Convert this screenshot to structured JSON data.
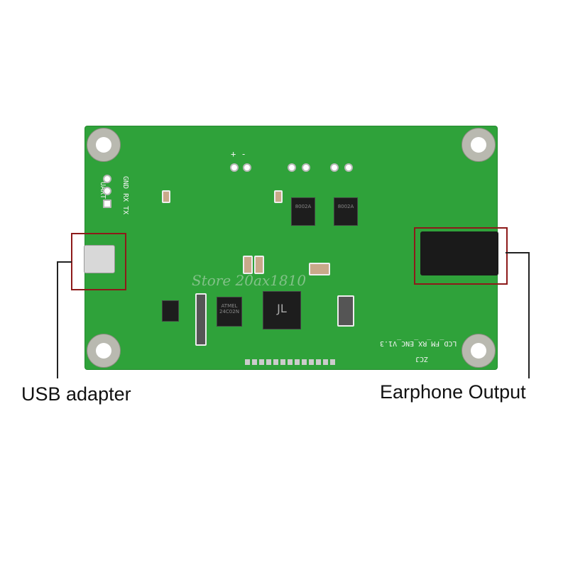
{
  "board": {
    "uart_pins": "GND RX TX",
    "uart_label": "UART",
    "power_marks": "+  -",
    "amp_chip_1": "8002A",
    "amp_chip_2": "8002A",
    "eeprom_chip": "ATMEL 24C02N",
    "mcu_logo": "JL",
    "version_text": "LCD_FM_RX_ENC_V1.3",
    "maker_text": "ZCJ",
    "watermark": "Store 20ax1810"
  },
  "callouts": {
    "usb": "USB adapter",
    "earphone": "Earphone Output"
  },
  "colors": {
    "board": "#2fa23a",
    "callout_box": "#8d1a1a"
  }
}
